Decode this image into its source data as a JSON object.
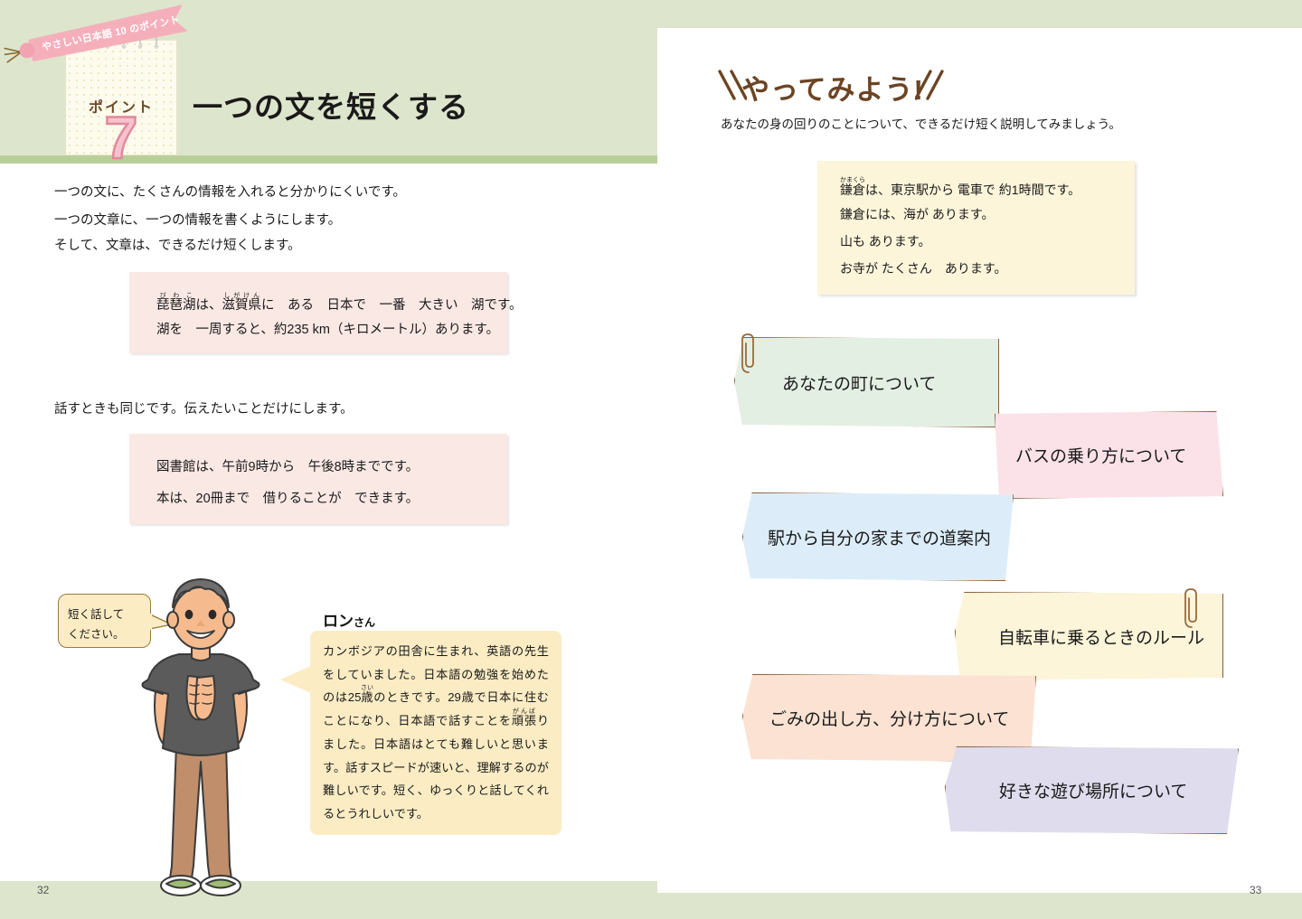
{
  "spread": {
    "left_page_number": "32",
    "right_page_number": "33",
    "colors": {
      "header_green": "#dde6cc",
      "header_green_stripe": "#b9cf9a",
      "pink_box": "#fae8e4",
      "cream_box": "#fbecc4",
      "yellow_box": "#fdf5da",
      "brown_accent": "#6b4423",
      "ribbon_pink": "#f5afbb"
    }
  },
  "left_page": {
    "badge": {
      "ribbon_text": "やさしい日本語 10 のポイント",
      "point_label": "ポイント",
      "point_number": "7"
    },
    "title": "一つの文を短くする",
    "lead_lines": [
      "一つの文に、たくさんの情報を入れると分かりにくいです。",
      "一つの文章に、一つの情報を書くようにします。",
      "そして、文章は、できるだけ短くします。"
    ],
    "example_box_1": {
      "line1_plain": "琵琶湖は、滋賀県に　ある　日本で　一番　大きい　湖です。",
      "line1_ruby": [
        {
          "base": "琵琶湖",
          "ruby": "びわこ"
        },
        {
          "base": "は、",
          "ruby": ""
        },
        {
          "base": "滋賀県",
          "ruby": "しがけん"
        },
        {
          "base": "に　ある　日本で　一番　大きい　湖です。",
          "ruby": ""
        }
      ],
      "line2": "湖を　一周すると、約235 km（キロメートル）あります。"
    },
    "lead_line_4": "話すときも同じです。伝えたいことだけにします。",
    "example_box_2": {
      "line1": "図書館は、午前9時から　午後8時までです。",
      "line2": "本は、20冊まで　借りることが　できます。"
    },
    "speech_bubble": {
      "line1": "短く話して",
      "line2": "ください。"
    },
    "profile": {
      "name": "ロン",
      "honorific": "さん",
      "body_segments": [
        {
          "base": "カンボジアの田舎に生まれ、英語の先生をしていました。日本語の勉強を始めたのは25",
          "ruby": ""
        },
        {
          "base": "歳",
          "ruby": "さい"
        },
        {
          "base": "のときです。29歳で日本に住むことになり、日本語で話すことを",
          "ruby": ""
        },
        {
          "base": "頑張",
          "ruby": "がんば"
        },
        {
          "base": "りました。日本語はとても難しいと思います。話すスピードが速いと、理解するのが難しいです。短く、ゆっくりと話してくれるとうれしいです。",
          "ruby": ""
        }
      ]
    }
  },
  "right_page": {
    "title": "やってみよう!",
    "subtitle": "あなたの身の回りのことについて、できるだけ短く説明してみましょう。",
    "example_box": {
      "line1_segments": [
        {
          "base": "鎌倉",
          "ruby": "かまくら"
        },
        {
          "base": "は、東京駅から 電車で 約1時間です。",
          "ruby": ""
        }
      ],
      "line2": "鎌倉には、海が あります。",
      "line3": "山も あります。",
      "line4": "お寺が たくさん　あります。"
    },
    "banners": [
      {
        "label": "あなたの町について",
        "color": "#e4efe4",
        "has_clip": true
      },
      {
        "label": "バスの乗り方について",
        "color": "#fae2e8",
        "has_clip": false
      },
      {
        "label": "駅から自分の家までの道案内",
        "color": "#dcedf9",
        "has_clip": false
      },
      {
        "label": "自転車に乗るときのルール",
        "color": "#fcf5d9",
        "has_clip": true
      },
      {
        "label": "ごみの出し方、分け方について",
        "color": "#fbe2d2",
        "has_clip": false
      },
      {
        "label": "好きな遊び場所について",
        "color": "#dedced",
        "has_clip": false
      }
    ]
  }
}
